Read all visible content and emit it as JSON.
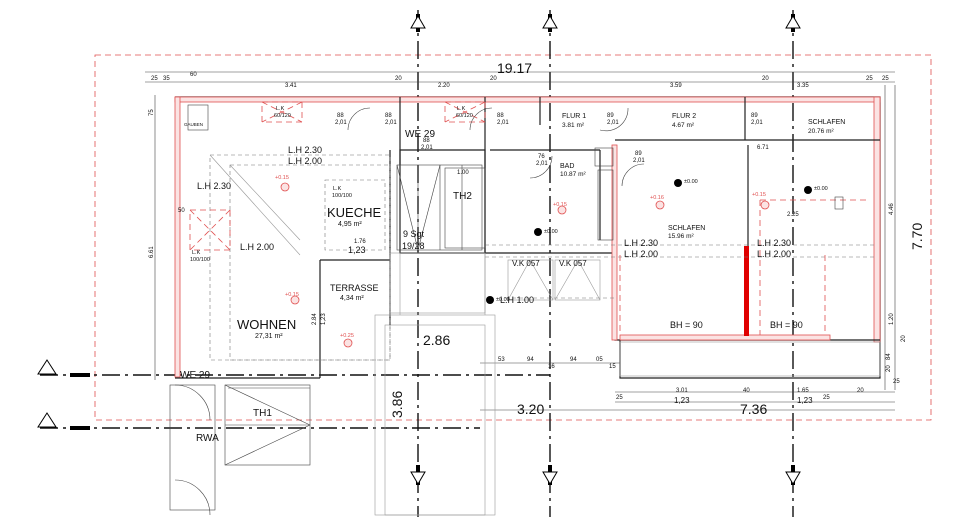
{
  "overall": {
    "width": "19.17",
    "height": "7.70"
  },
  "dims_big": {
    "d1": "2.86",
    "d2": "3.86",
    "d3": "3.20",
    "d4": "7.36"
  },
  "rooms": {
    "we29_top": "WE 29",
    "we29_bottom": "WE 29",
    "flur1": "FLUR 1",
    "flur1_area": "3.81 m²",
    "flur2": "FLUR 2",
    "flur2_area": "4.67 m²",
    "schlafen_top": "SCHLAFEN",
    "schlafen_top_area": "20.76 m²",
    "bad": "BAD",
    "bad_area": "10.87 m²",
    "schlafen_mid": "SCHLAFEN",
    "schlafen_mid_area": "15.96 m²",
    "kueche": "KUECHE",
    "kueche_area": "4,95 m²",
    "terrasse": "TERRASSE",
    "terrasse_area": "4,34 m²",
    "wohnen": "WOHNEN",
    "wohnen_area": "27,31 m²",
    "th1": "TH1",
    "th2": "TH2",
    "rwa": "RWA"
  },
  "stairs": {
    "line1": "9 Sgt",
    "line2": "19/28"
  },
  "heights": {
    "lh230_a": "L.H 2.30",
    "lh200_a": "L.H 2.00",
    "lh230_b": "L.H 2.30",
    "lh200_b": "L.H 2.00",
    "lh230_c": "L.H 2.30",
    "lh200_c": "L.H 2.00",
    "lh230_d": "L.H 2.30",
    "lh200_d": "L.H 2.00",
    "lh100": "L.H 1.00",
    "bh90_a": "BH = 90",
    "bh90_b": "BH = 90"
  },
  "skylights": {
    "lk1": "L.K",
    "lk1_size": "60/120",
    "lk2": "L.K",
    "lk2_size": "60/120",
    "lk3": "L.K",
    "lk3_size": "100/100",
    "lk4": "L.K",
    "lk4_size": "100/100",
    "vk1": "V.K 057",
    "vk2": "V.K 057",
    "gaube": "GAUBEN"
  },
  "levels": {
    "p15_a": "+0.15",
    "p15_b": "+0.15",
    "p15_c": "+0.15",
    "p15_d": "+0.15",
    "p25": "+0.25",
    "p16": "+0.16",
    "z1": "±0.00",
    "z2": "±0.00",
    "z3": "±0.00",
    "z4": "±0.00"
  },
  "small_dims": {
    "d88a": "88",
    "d201a": "2,01",
    "d88b": "88",
    "d201b": "2,01",
    "d88c": "88",
    "d201c": "2,01",
    "d88d": "88",
    "d201d": "2,01",
    "d89a": "89",
    "d201e": "2,01",
    "d89b": "89",
    "d201f": "2,01",
    "d89c": "89",
    "d201g": "2,01",
    "d76": "76",
    "d201h": "2,01",
    "t25a": "25",
    "t35": "35",
    "t60": "60",
    "t341": "3.41",
    "t20a": "20",
    "t220": "2.20",
    "t20b": "20",
    "t359": "3.59",
    "t20c": "20",
    "t335": "3.35",
    "t25b": "25",
    "t25c": "25",
    "v75": "75",
    "v661": "6.61",
    "v50": "50",
    "v446": "4.46",
    "v120": "1.20",
    "v20": "20",
    "v284": "2.84",
    "v123v": "1,23",
    "h176": "1.76",
    "h123": "1,23",
    "h100": "1.00",
    "h671": "6.71",
    "h225": "2.25",
    "b53": "53",
    "b94a": "94",
    "b16": "16",
    "b94b": "94",
    "b05": "05",
    "b15": "15",
    "b301": "3.01",
    "b40": "40",
    "b165": "1.65",
    "b20": "20",
    "b25a": "25",
    "b123a": "1,23",
    "b123b": "1,23",
    "b25b": "25",
    "r25": "25",
    "r84": "84",
    "r20": "20"
  },
  "colors": {
    "red": "#e05050",
    "red_fill": "#fbe3e3",
    "accent_red": "#e00000",
    "line": "#222222"
  }
}
